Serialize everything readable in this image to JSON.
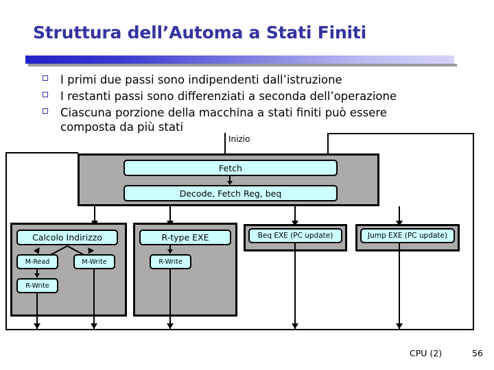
{
  "slide": {
    "title": "Struttura dell’Automa a Stati Finiti",
    "accent_dark": "#2222C8",
    "accent_light": "#D4D4FA",
    "title_color": "#3333A0",
    "panel_fill": "#ababab",
    "state_fill": "#ccffff"
  },
  "bullets": [
    {
      "text": "I primi due passi sono indipendenti dall’istruzione"
    },
    {
      "text": "I restanti passi sono differenziati a seconda dell’operazione"
    },
    {
      "text": "Ciascuna porzione della macchina a stati finiti può essere"
    },
    {
      "text": "composta da più stati"
    }
  ],
  "diagram": {
    "start_label": "Inizio",
    "fetch_stage": {
      "states": [
        {
          "label": "Fetch"
        },
        {
          "label": "Decode, Fetch Reg, beq"
        }
      ]
    },
    "branches": [
      {
        "name": "memory-branch",
        "states": [
          {
            "label": "Calcolo Indirizzo"
          },
          {
            "label": "M-Read"
          },
          {
            "label": "M-Write"
          },
          {
            "label": "R-Write"
          }
        ]
      },
      {
        "name": "rtype-branch",
        "states": [
          {
            "label": "R-type EXE"
          },
          {
            "label": "R-Write"
          }
        ]
      },
      {
        "name": "beq-branch",
        "states": [
          {
            "label": "Beq EXE (PC update)"
          }
        ]
      },
      {
        "name": "jump-branch",
        "states": [
          {
            "label": "Jump EXE (PC update)"
          }
        ]
      }
    ]
  },
  "footer": {
    "label": "CPU (2)",
    "page_number": "56"
  }
}
